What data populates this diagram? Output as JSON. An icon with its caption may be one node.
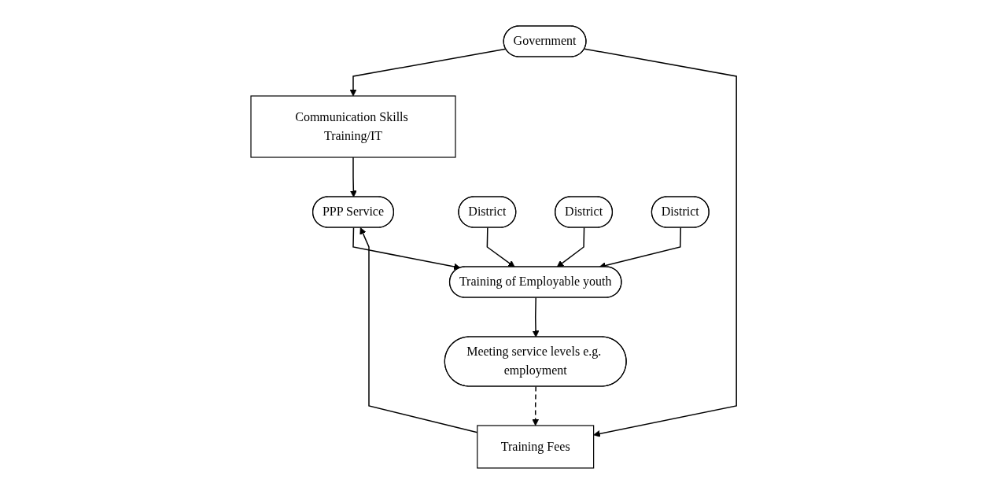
{
  "diagram": {
    "nodes": [
      {
        "text": [
          "Government"
        ]
      },
      {
        "text": [
          "Communication Skills Training/IT"
        ]
      },
      {
        "text": [
          "PPP Service"
        ]
      },
      {
        "text": [
          "Training Fees"
        ]
      },
      {
        "text": [
          "Training of Employable youth"
        ]
      },
      {
        "text": [
          "Meeting service levels e.g. employment"
        ]
      },
      {
        "text": [
          "District"
        ]
      },
      {
        "text": [
          "District"
        ]
      },
      {
        "text": [
          "District"
        ]
      }
    ],
    "edges": [
      {
        "from": 0,
        "to": 1,
        "arrow": "to"
      },
      {
        "from": 1,
        "to": 2,
        "arrow": "to"
      },
      {
        "from": 0,
        "to": 3,
        "arrow": "to"
      },
      {
        "from": 3,
        "to": 2,
        "arrow": "to"
      },
      {
        "from": 2,
        "to": 4,
        "arrow": "to"
      },
      {
        "from": 4,
        "to": 5,
        "arrow": "to"
      },
      {
        "from": 5,
        "to": 3,
        "arrow": "to",
        "style": "dashed"
      },
      {
        "from": 6,
        "to": 4,
        "arrow": "to"
      },
      {
        "from": 7,
        "to": 4,
        "arrow": "to"
      },
      {
        "from": 8,
        "to": 4,
        "arrow": "to"
      }
    ]
  }
}
